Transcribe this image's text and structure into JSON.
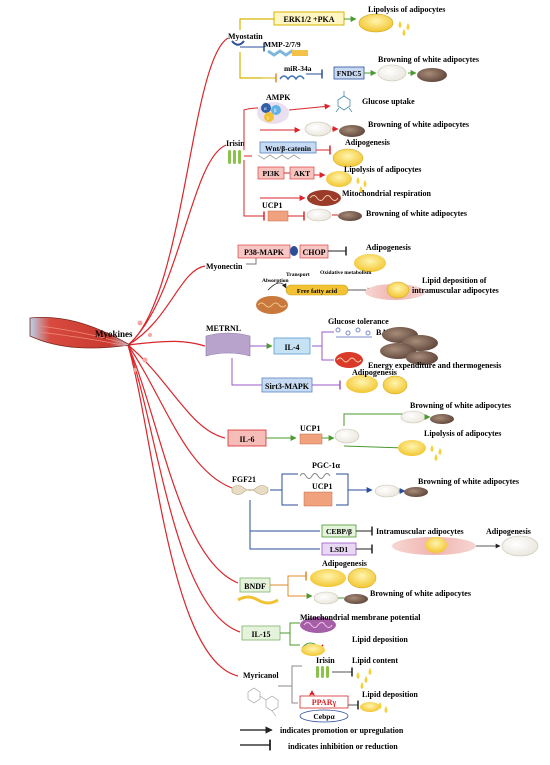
{
  "colors": {
    "red_line": "#d9262b",
    "green_arrow": "#4a9a2f",
    "blue_inhibit": "#2b4e9b",
    "purple_line": "#9b59c9",
    "orange_line": "#e08a2a",
    "yellow_line": "#d7b500",
    "adipocyte_fill": "#f6d44a",
    "brown_fill": "#7a5f50",
    "pink_fill": "#f4c7c3"
  },
  "root": {
    "label": "Myokines"
  },
  "myostatin": {
    "name": "Myostatin",
    "erk": "ERK1/2 +PKA",
    "lipolysis": "Lipolysis of adipocytes",
    "mmp": "MMP-2/7/9",
    "mir": "miR-34a",
    "fndc5": "FNDC5",
    "browning": "Browning of white adipocytes"
  },
  "irisin": {
    "name": "Irisin",
    "ampk": "AMPK",
    "glucose": "Glucose uptake",
    "browning1": "Browning of white adipocytes",
    "wnt": "Wnt/β-catenin",
    "adipogenesis": "Adipogenesis",
    "pi3k": "PI3K",
    "akt": "AKT",
    "lipolysis": "Lipolysis of adipocytes",
    "mito": "Mitochondrial respiration",
    "ucp1": "UCP1",
    "browning2": "Browning of white adipocytes"
  },
  "myonectin": {
    "name": "Myonectin",
    "p38": "P38-MAPK",
    "chop": "CHOP",
    "adipogenesis": "Adipogenesis",
    "transport": "Transport",
    "absorption": "Absorption",
    "oxidative": "Oxidative metabolism",
    "ffa": "Free fatty acid",
    "lipid": "Lipid deposition of intramuscular adipocytes"
  },
  "metrnl": {
    "name": "METRNL",
    "il4": "IL-4",
    "glucose": "Glucose tolerance",
    "bat": "BAT",
    "energy": "Energy expenditure and thermogenesis",
    "sirt": "Sirt3-MAPK",
    "adipogenesis": "Adipogenesis"
  },
  "il6": {
    "name": "IL-6",
    "ucp1": "UCP1",
    "browning": "Browning of white adipocytes",
    "lipolysis": "Lipolysis of adipocytes"
  },
  "fgf21": {
    "name": "FGF21",
    "pgc": "PGC-1α",
    "ucp1": "UCP1",
    "browning": "Browning of white adipocytes",
    "cebp": "CEBP/β",
    "lsd1": "LSD1",
    "intra": "Intramuscular adipocytes",
    "adipogenesis": "Adipogenesis"
  },
  "bndf": {
    "name": "BNDF",
    "adipogenesis": "Adipogenesis",
    "browning": "Browning of white adipocytes"
  },
  "il15": {
    "name": "IL-15",
    "mito": "Mitochondrial membrane potential",
    "lipid": "Lipid deposition"
  },
  "myricanol": {
    "name": "Myricanol",
    "irisin": "Irisin",
    "lipid_content": "Lipid content",
    "ppar": "PPARγ",
    "cebp": "Cebpα",
    "lipid_deposition": "Lipid deposition"
  },
  "legend": {
    "promotion": "indicates promotion or upregulation",
    "inhibition": "indicates inhibition or reduction"
  }
}
